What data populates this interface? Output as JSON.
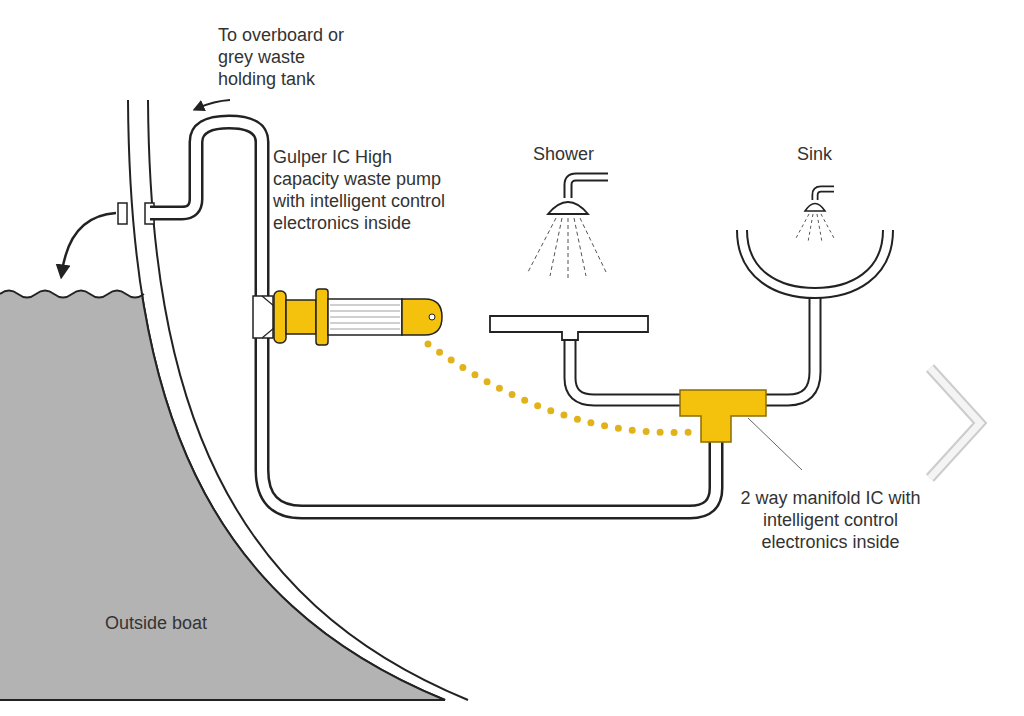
{
  "diagram": {
    "nodes": [
      {
        "text": [
          "Outside boat"
        ]
      }
    ],
    "labels": [
      "To overboard or grey waste holding tank",
      "Gulper IC High capacity waste pump with intelligent control electronics inside",
      "Shower",
      "Sink",
      "2 way manifold IC with intelligent control electronics inside"
    ]
  }
}
